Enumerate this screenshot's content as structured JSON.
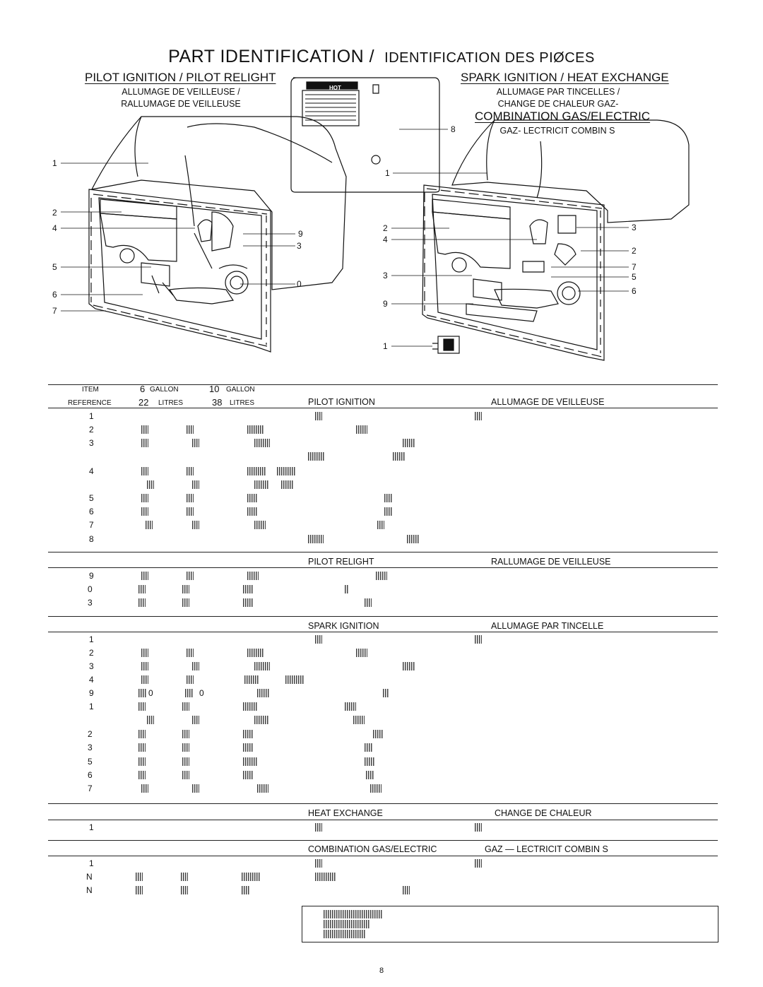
{
  "page": {
    "title_en": "PART IDENTIFICATION /",
    "title_fr": "IDENTIFICATION DES PIØCES",
    "page_number": "8"
  },
  "left_panel": {
    "heading": "PILOT IGNITION / PILOT RELIGHT",
    "sub_line1": "ALLUMAGE DE VEILLEUSE /",
    "sub_line2": "RALLUMAGE DE VEILLEUSE",
    "callouts": [
      "1",
      "2",
      "4",
      "5",
      "6",
      "7",
      "9",
      "3",
      "0"
    ]
  },
  "center_panel": {
    "door_label": "HOT",
    "callout": "8"
  },
  "right_panel": {
    "heading": "SPARK IGNITION / HEAT EXCHANGE",
    "sub_line1": "ALLUMAGE PAR  TINCELLES /",
    "sub_line2": "CHANGE DE CHALEUR GAZ-",
    "heading2": "COMBINATION GAS/ELECTRIC",
    "sub_line3": "GAZ- LECTRICIT  COMBIN S",
    "callouts_left": [
      "1",
      "2",
      "4",
      "3",
      "9",
      "1"
    ],
    "callouts_right": [
      "3",
      "2",
      "7",
      "5",
      "6"
    ]
  },
  "table": {
    "header": {
      "item": "ITEM",
      "reference": "REFERENCE",
      "gallon6_num": "6",
      "gallon6_unit": "GALLON",
      "gallon10_num": "10",
      "gallon10_unit": "GALLON",
      "litres22_num": "22",
      "litres22_unit": "LITRES",
      "litres38_num": "38",
      "litres38_unit": "LITRES"
    },
    "sections": {
      "pilot_ignition": {
        "en": "PILOT IGNITION",
        "fr": "ALLUMAGE DE VEILLEUSE"
      },
      "pilot_relight": {
        "en": "PILOT RELIGHT",
        "fr": "RALLUMAGE DE VEILLEUSE"
      },
      "spark_ignition": {
        "en": "SPARK IGNITION",
        "fr": "ALLUMAGE PAR  TINCELLE"
      },
      "heat_exchange": {
        "en": "HEAT EXCHANGE",
        "fr": "CHANGE DE CHALEUR"
      },
      "combination": {
        "en": "COMBINATION GAS/ELECTRIC",
        "fr": "GAZ —  LECTRICIT  COMBIN S"
      }
    },
    "pilot_ignition_items": [
      "1",
      "2",
      "3",
      "",
      "4",
      "",
      "5",
      "6",
      "7",
      "8"
    ],
    "pilot_relight_items": [
      "9",
      "0",
      "3"
    ],
    "spark_ignition_items": [
      "1",
      "2",
      "3",
      "4",
      "9",
      "1",
      "",
      "2",
      "3",
      "5",
      "6",
      "7"
    ],
    "spark_ignition_col5_row5": "0",
    "spark_ignition_col6_row5": "0",
    "heat_exchange_items": [
      "1"
    ],
    "combination_items": [
      "1",
      "N",
      "N"
    ]
  }
}
